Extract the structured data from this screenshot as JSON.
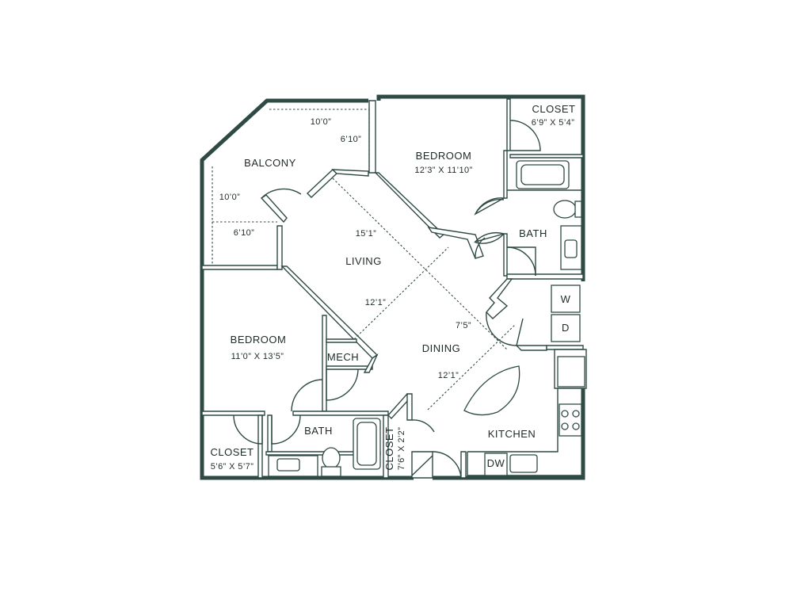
{
  "rooms": {
    "balcony": {
      "name": "BALCONY",
      "dim_top_width": "10’0”",
      "dim_top_depth": "6’10”",
      "dim_left_width": "10’0”",
      "dim_left_depth": "6’10”"
    },
    "bedroom_1": {
      "name": "BEDROOM",
      "size": "12’3” X 11’10”"
    },
    "bedroom_2": {
      "name": "BEDROOM",
      "size": "11’0” X 13’5”"
    },
    "closet_1": {
      "name": "CLOSET",
      "size": "6’9” X 5’4”"
    },
    "closet_2": {
      "name": "CLOSET",
      "size": "5’6” X 5’7”"
    },
    "closet_3": {
      "name": "CLOSET",
      "size": "7’6” X 2’2”"
    },
    "bath_1": {
      "name": "BATH"
    },
    "bath_2": {
      "name": "BATH"
    },
    "living": {
      "name": "LIVING",
      "dim_length": "15’1”",
      "dim_width": "12’1”"
    },
    "dining": {
      "name": "DINING",
      "dim_length": "7’5”",
      "dim_width": "12’1”"
    },
    "mech": {
      "name": "MECH"
    },
    "kitchen": {
      "name": "KITCHEN",
      "dishwasher": "DW"
    },
    "laundry": {
      "washer": "W",
      "dryer": "D"
    }
  }
}
